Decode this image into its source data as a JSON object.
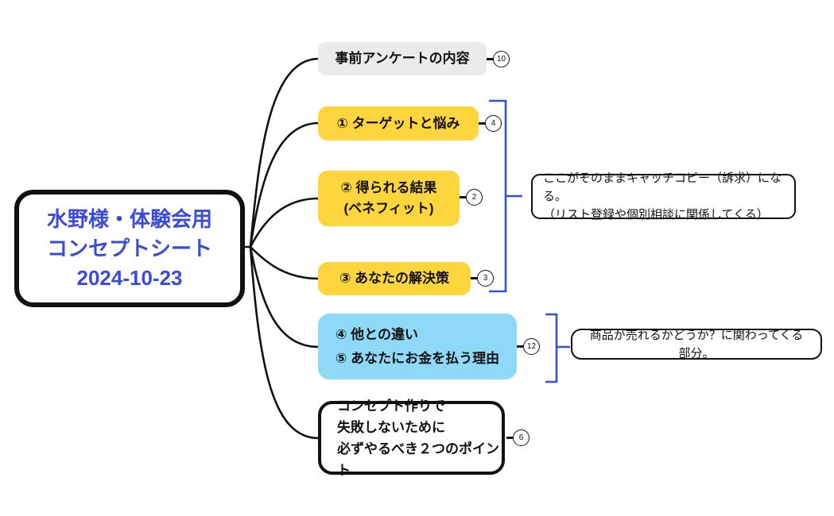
{
  "colors": {
    "brand-blue": "#3A4AD9",
    "bracket-blue": "#3351E4",
    "node-yellow": "#FFD53E",
    "node-sky": "#8FD9F8",
    "node-gray": "#EBEBEB",
    "ink": "#111111"
  },
  "root": {
    "lines": [
      "水野様・体験会用",
      "コンセプトシート",
      "2024-10-23"
    ]
  },
  "nodes": [
    {
      "id": "survey",
      "lines": [
        "事前アンケートの内容"
      ],
      "badge": "10"
    },
    {
      "id": "target",
      "lines": [
        "① ターゲットと悩み"
      ],
      "badge": "4"
    },
    {
      "id": "benefit",
      "lines": [
        "② 得られる結果",
        "(ベネフィット)"
      ],
      "badge": "2"
    },
    {
      "id": "solution",
      "lines": [
        "③ あなたの解決策"
      ],
      "badge": "3"
    },
    {
      "id": "difference",
      "lines": [
        "④ 他との違い",
        "⑤ あなたにお金を払う理由"
      ],
      "badge": "12"
    },
    {
      "id": "points",
      "lines": [
        "コンセプト作りで",
        "失敗しないために",
        "必ずやるべき２つのポイント"
      ],
      "badge": "6"
    }
  ],
  "notes": [
    {
      "id": "catchcopy",
      "lines": [
        "ここがそのままキャッチコピー（訴求）になる。",
        "（リスト登録や個別相談に関係してくる）"
      ]
    },
    {
      "id": "sales",
      "lines": [
        "商品が売れるかどうか？に関わってくる部分。"
      ]
    }
  ]
}
